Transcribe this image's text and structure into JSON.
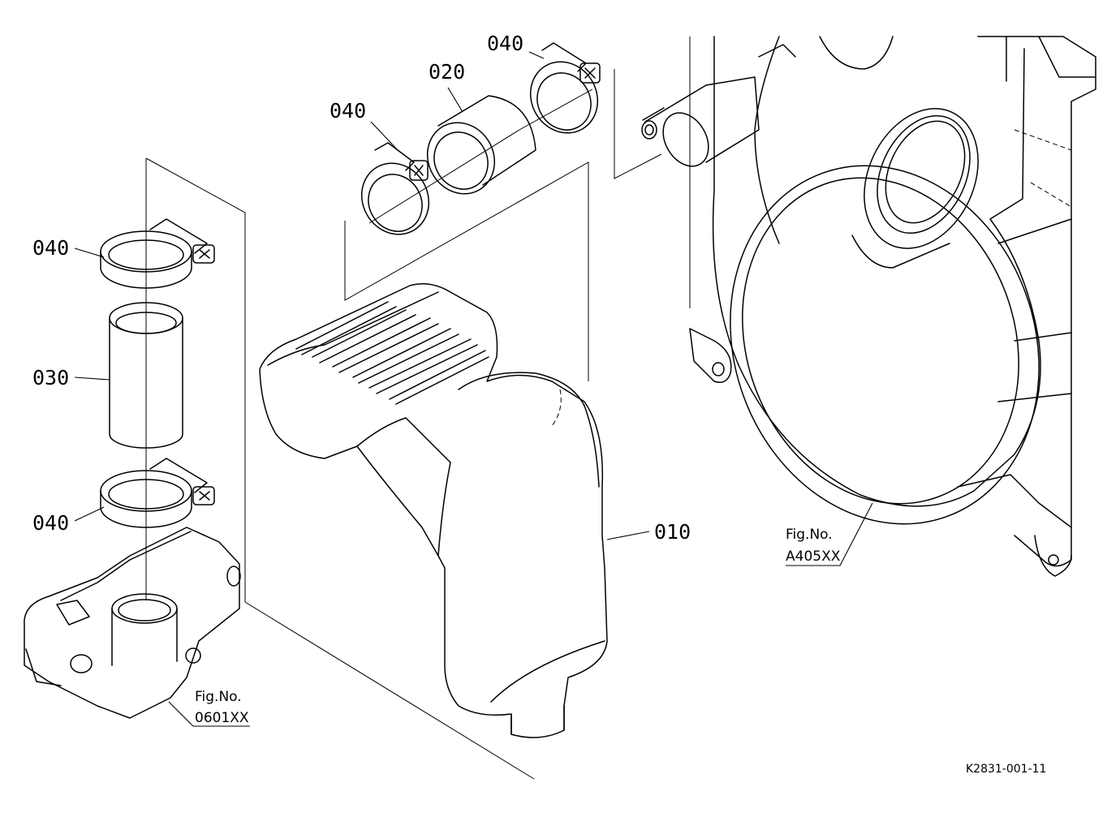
{
  "parts": {
    "p010": "010",
    "p020": "020",
    "p030": "030",
    "p040_top_left": "040",
    "p040_top_right": "040",
    "p040_upper": "040",
    "p040_lower": "040"
  },
  "figure_refs": {
    "bottom_left": {
      "fig": "Fig.No.",
      "code": "0601XX"
    },
    "right": {
      "fig": "Fig.No.",
      "code": "A405XX"
    }
  },
  "drawing_code": "K2831-001-11"
}
